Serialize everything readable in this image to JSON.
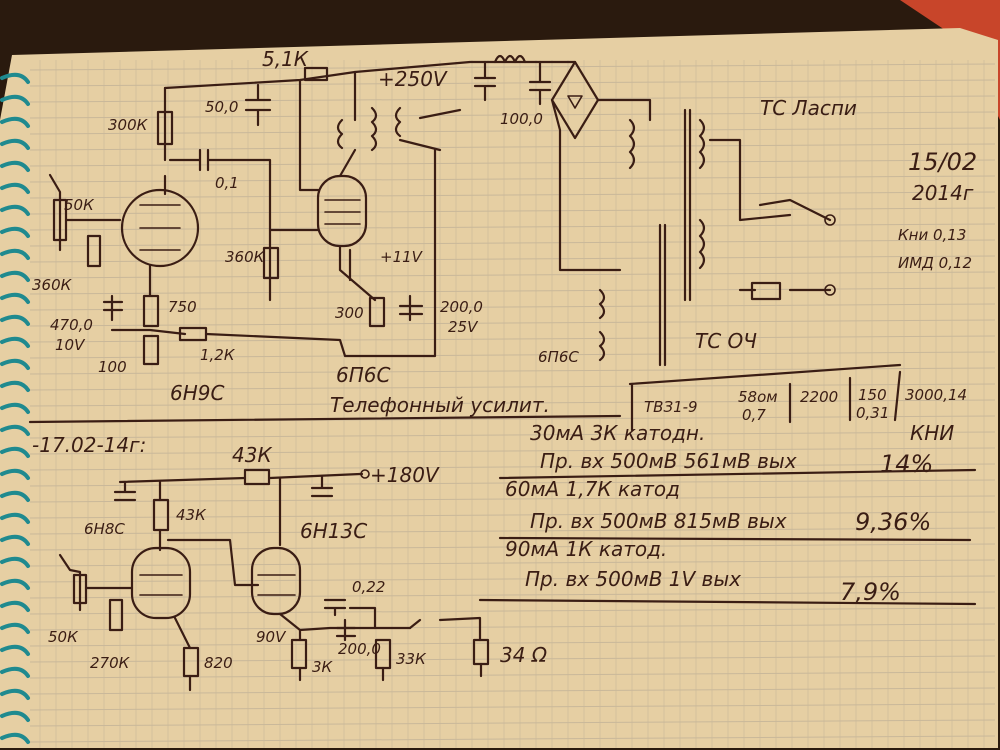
{
  "colors": {
    "paper": "#e6cfa3",
    "ink": "#3a1d14",
    "rule": "#c9b89a",
    "spiral": "#1f8a8f",
    "background": "#2a1a0e",
    "accent": "#c8452a"
  },
  "notebook": {
    "date_top": "15/02",
    "year_top": "2014г",
    "kni_top": "Кни 0,13",
    "imd_top": "ИМД 0,12",
    "date_bottom": "-17.02-14г:",
    "title_amp": "Телефонный усилит."
  },
  "circuit_top": {
    "labels": {
      "r_51k": "5,1К",
      "plus_250": "+250V",
      "c_500": "50,0",
      "r_300k": "300К",
      "c_01": "0,1",
      "pot_50k": "50К",
      "r_360k_grid": "360К",
      "r_360k": "360К",
      "fil_11v": "+11V",
      "r_750": "750",
      "c_4700": "470,0",
      "v_10": "10V",
      "r_100": "100",
      "r_12k": "1,2К",
      "r_300": "300",
      "c_2000": "200,0",
      "v_25": "25V",
      "c_1000": "100,0",
      "tube1": "6Н9С",
      "tube2": "6П6С",
      "tc_lamp": "ТС Ласпи",
      "tc_och": "ТС ОЧ",
      "tube2b": "6П6С"
    }
  },
  "transformer_table": {
    "name": "ТВЗ1-9",
    "v1": "58ом",
    "v1b": "0,7",
    "v2": "2200",
    "v3": "150",
    "v3b": "0,31",
    "v4": "3000,14"
  },
  "circuit_bottom": {
    "labels": {
      "r_43k_top": "43К",
      "plus_180": "+180V",
      "tube1": "6Н8С",
      "r_43k": "43К",
      "tube2": "6Н13С",
      "c_022": "0,22",
      "pot_50k": "50К",
      "r_270k": "270К",
      "r_820": "820",
      "v_90": "90V",
      "r_3k": "3К",
      "c_2000": "200,0",
      "r_33k": "33К",
      "load": "34 Ω"
    }
  },
  "measurements": [
    {
      "line1": "30мА  3К катодн.",
      "line2": "Пр. вх 500мВ   561мВ вых",
      "kni": "14%"
    },
    {
      "line1": "60мА    1,7К катод",
      "line2": "Пр. вх 500мВ   815мВ вых",
      "kni": "9,36%"
    },
    {
      "line1": "90мА    1К катод.",
      "line2": "Пр. вх 500мВ   1V вых",
      "kni": "7,9%"
    }
  ],
  "kni_header": "КНИ"
}
